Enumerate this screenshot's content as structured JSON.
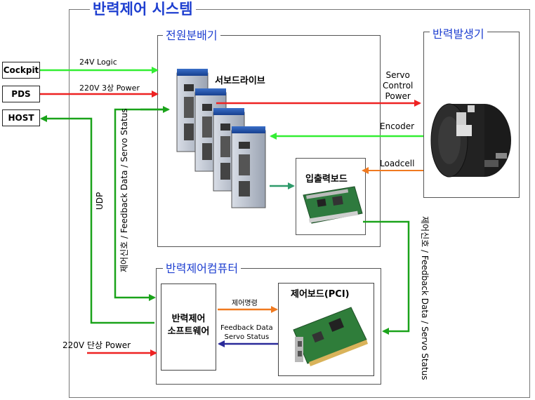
{
  "system_title": "반력제어 시스템",
  "blocks": {
    "power_distributor": "전원분배기",
    "force_generator": "반력발생기",
    "control_computer": "반력제어컴퓨터",
    "software": "반력제어\n소프트웨어",
    "control_board": "제어보드(PCI)",
    "servo_drive": "서보드라이브",
    "io_board": "입출력보드"
  },
  "external": {
    "cockpit": "Cockpit",
    "pds": "PDS",
    "host": "HOST"
  },
  "signals": {
    "logic24": "24V Logic",
    "power220_3": "220V 3상 Power",
    "udp": "UDP",
    "ctrl_feedback_left": "제어신호 / Feedback Data / Servo Status",
    "ctrl_feedback_right": "제어신호 / Feedback Data / Servo Status",
    "servo_power": "Servo\nControl\nPower",
    "encoder": "Encoder",
    "loadcell": "Loadcell",
    "control_cmd": "제어명령",
    "feedback_status": "Feedback Data\nServo Status",
    "power220_1": "220V 단상 Power"
  },
  "colors": {
    "green": "#1aa31a",
    "bright_green": "#33ee33",
    "red": "#ee2222",
    "orange": "#f07a20",
    "navy": "#2a2a9a",
    "title_blue": "#1e3fd0"
  }
}
